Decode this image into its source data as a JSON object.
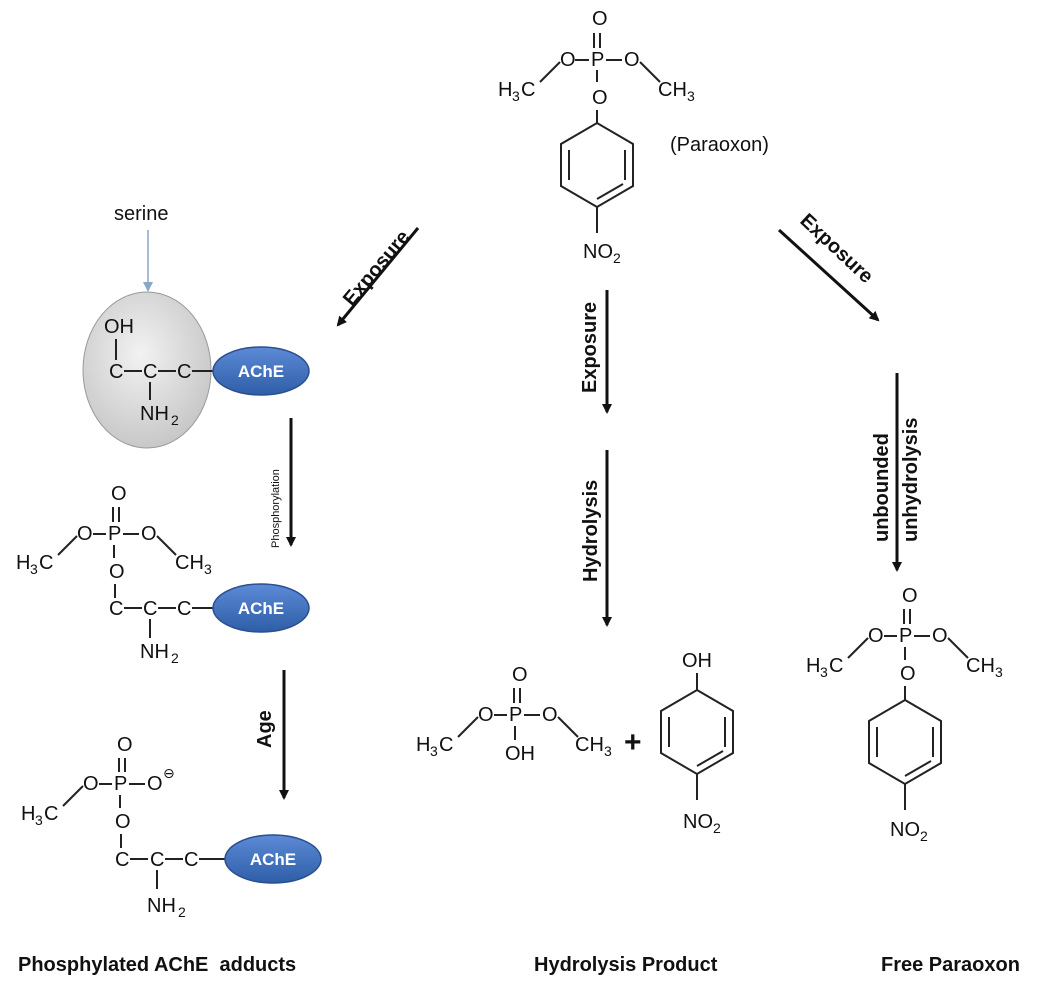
{
  "atoms": {
    "O": "O",
    "P": "P",
    "C": "C",
    "H": "H",
    "N": "N",
    "OH": "OH",
    "H3C_left": "H",
    "three": "3",
    "two": "2",
    "C_letter": "C",
    "CH": "CH",
    "NO": "NO",
    "NH": "NH",
    "minus": "⊖",
    "plus": "+"
  },
  "labels": {
    "paraoxon": "(Paraoxon)",
    "serine": "serine",
    "enzyme": "AChE",
    "exposure": "Exposure",
    "phosphorylation": "Phosphorylation",
    "age": "Age",
    "hydrolysis": "Hydrolysis",
    "unbounded": "unbounded",
    "unhydrolysis": "unhydrolysis"
  },
  "captions": {
    "left": "Phosphylated AChE  adducts",
    "middle": "Hydrolysis Product",
    "right": "Free Paraoxon"
  },
  "colors": {
    "enzyme_fill": "#3f6fc0",
    "enzyme_stroke": "#2b4f8f",
    "serine_fill": "#d9d9d9",
    "serine_arrow": "#8aa6c8"
  }
}
